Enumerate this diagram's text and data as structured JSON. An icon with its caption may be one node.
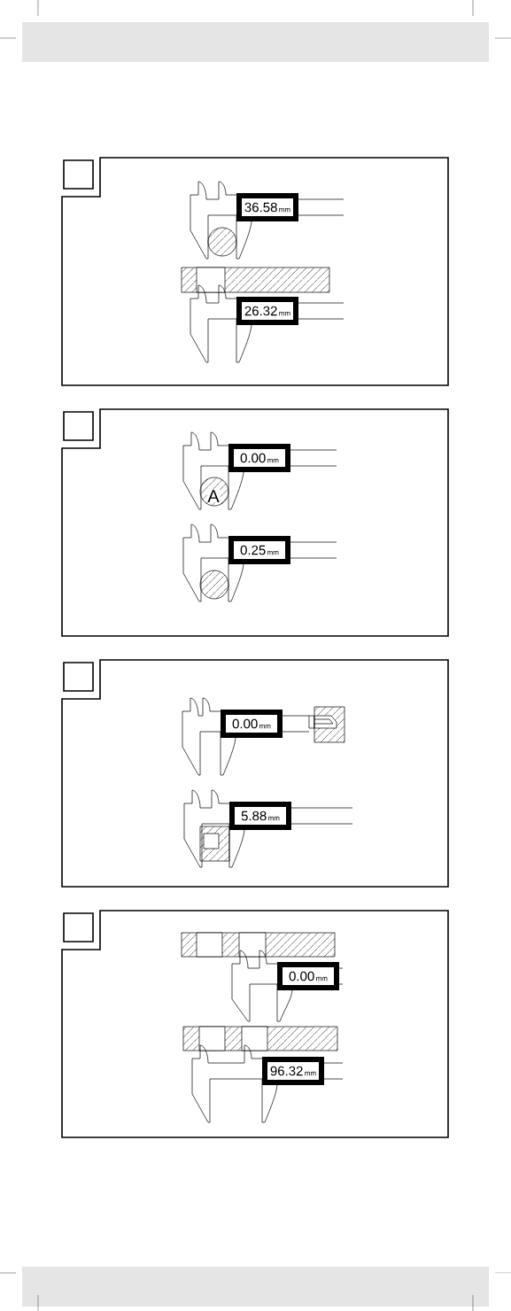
{
  "diagram": {
    "nodes": [
      {
        "text": [],
        "shape": "box"
      },
      {
        "text": [],
        "shape": "box",
        "in": 0
      },
      {
        "text": [
          "36.58",
          "mm"
        ],
        "in": 0
      },
      {
        "text": [
          "26.32",
          "mm"
        ],
        "in": 0
      },
      {
        "text": [],
        "shape": "box"
      },
      {
        "text": [],
        "shape": "box",
        "in": 4
      },
      {
        "text": [
          "0.00",
          "mm"
        ],
        "in": 4
      },
      {
        "text": [
          "0.25",
          "mm"
        ],
        "in": 4
      },
      {
        "text": [],
        "shape": "box"
      },
      {
        "text": [],
        "shape": "box",
        "in": 8
      },
      {
        "text": [
          "0.00",
          "mm"
        ],
        "in": 8
      },
      {
        "text": [
          "5.88",
          "mm"
        ],
        "in": 8
      },
      {
        "text": [],
        "shape": "box"
      },
      {
        "text": [],
        "shape": "box",
        "in": 12
      },
      {
        "text": [
          "0.00",
          "mm"
        ],
        "in": 12
      },
      {
        "text": [
          "96.32",
          "mm"
        ],
        "in": 12
      }
    ],
    "labels": [
      "A"
    ]
  }
}
